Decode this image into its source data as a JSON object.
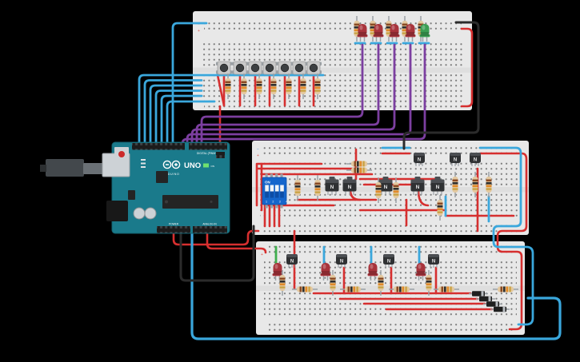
{
  "scene": {
    "background": "#000000"
  },
  "palette": {
    "breadboard_body": "#e8e8e8",
    "breadboard_edge": "#d2d2d2",
    "breadboard_channel": "#dedede",
    "hole": "#7d7d7d",
    "arduino_teal": "#1a7a8b",
    "arduino_edge": "#14616f",
    "header_black": "#1c1c1c",
    "chip_black": "#242424",
    "silver": "#cdd2d6",
    "usb_plug": "#43484c",
    "usb_tip": "#6a7075",
    "jack_black": "#181818",
    "wire_red": "#d62f2f",
    "wire_cyan": "#3aa7dc",
    "wire_purple": "#7c3fa0",
    "wire_black": "#2b2b2b",
    "wire_green": "#3fae4e",
    "led_red": "#a8343c",
    "led_green": "#3b9e53",
    "resistor_body": "#e3c89f",
    "band_brown": "#8a4a24",
    "band_black": "#2e2e2e",
    "band_orange": "#e08a2a",
    "band_gold": "#c9a13f",
    "transistor_body": "#2f3133",
    "transistor_top": "#4b4e52",
    "dip_blue": "#1566cc",
    "dip_track": "#0d4da5",
    "dip_slider": "#f2f5f8",
    "diode_body": "#1f1f1f",
    "diode_band": "#b9bdc2",
    "button_body": "#c9c9c9",
    "button_cap": "#3c3f41",
    "pin_metal": "#9aa0a5",
    "power_led_green": "#6fe06f",
    "logo_white": "#ffffff"
  },
  "arduino": {
    "brand": "ARDUINO",
    "model": "UNO",
    "digital_label": "DIGITAL (PWM~)",
    "power_label": "POWER",
    "analog_label": "ANALOG IN",
    "on_label": "ON"
  },
  "dip_switch": {
    "on_label": "ON",
    "positions": "1 2 3 4"
  },
  "transistor_label": "N",
  "rail_symbols": {
    "plus": "+",
    "minus": "−"
  },
  "components": {
    "top_breadboard": {
      "push_buttons": 7,
      "resistors": 12,
      "leds": [
        "red",
        "red",
        "red",
        "red",
        "green"
      ]
    },
    "middle_breadboard": {
      "dip_switch_positions": 4,
      "transistors": 8,
      "resistors": 10
    },
    "bottom_breadboard": {
      "leds": [
        "red",
        "red",
        "red",
        "red"
      ],
      "transistors": 4,
      "diodes": 4,
      "resistors": 9
    }
  }
}
